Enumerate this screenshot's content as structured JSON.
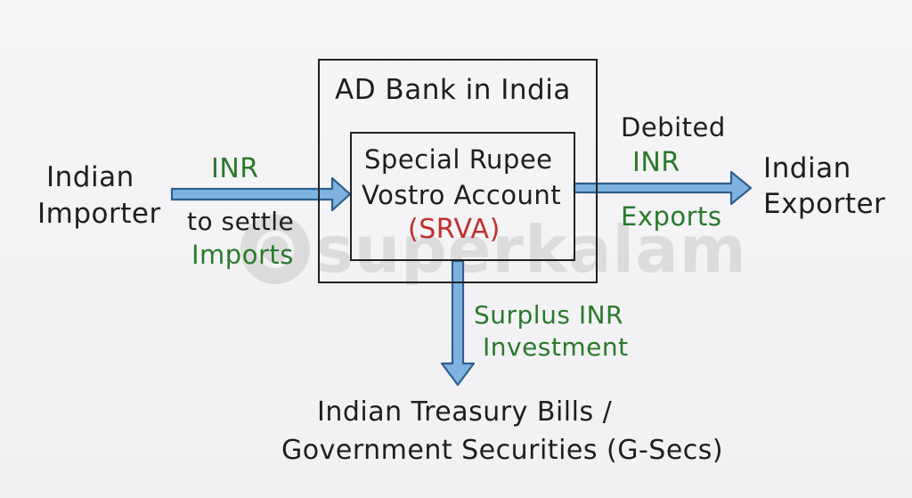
{
  "nodes": {
    "importer": [
      "Indian",
      "Importer"
    ],
    "exporter": [
      "Indian",
      "Exporter"
    ],
    "ad_bank": "AD Bank in India",
    "srva": [
      "Special Rupee",
      "Vostro Account",
      "(SRVA)"
    ],
    "treasury": [
      "Indian Treasury Bills /",
      "Government Securities (G-Secs)"
    ]
  },
  "edges": {
    "import_flow": {
      "top": "INR",
      "bottom_line1": "to settle",
      "bottom_line2": "Imports"
    },
    "export_flow": {
      "top_line1": "Debited",
      "top_line2": "INR",
      "bottom": "Exports"
    },
    "investment_flow": {
      "line1": "Surplus INR",
      "line2": "Investment"
    }
  },
  "watermark": "superkalam",
  "colors": {
    "ink": "#1e1e1e",
    "green_text": "#2a7a2a",
    "red_text": "#c0302c",
    "arrow_fill": "#7fb3df",
    "arrow_outline": "#2f5f8f"
  }
}
